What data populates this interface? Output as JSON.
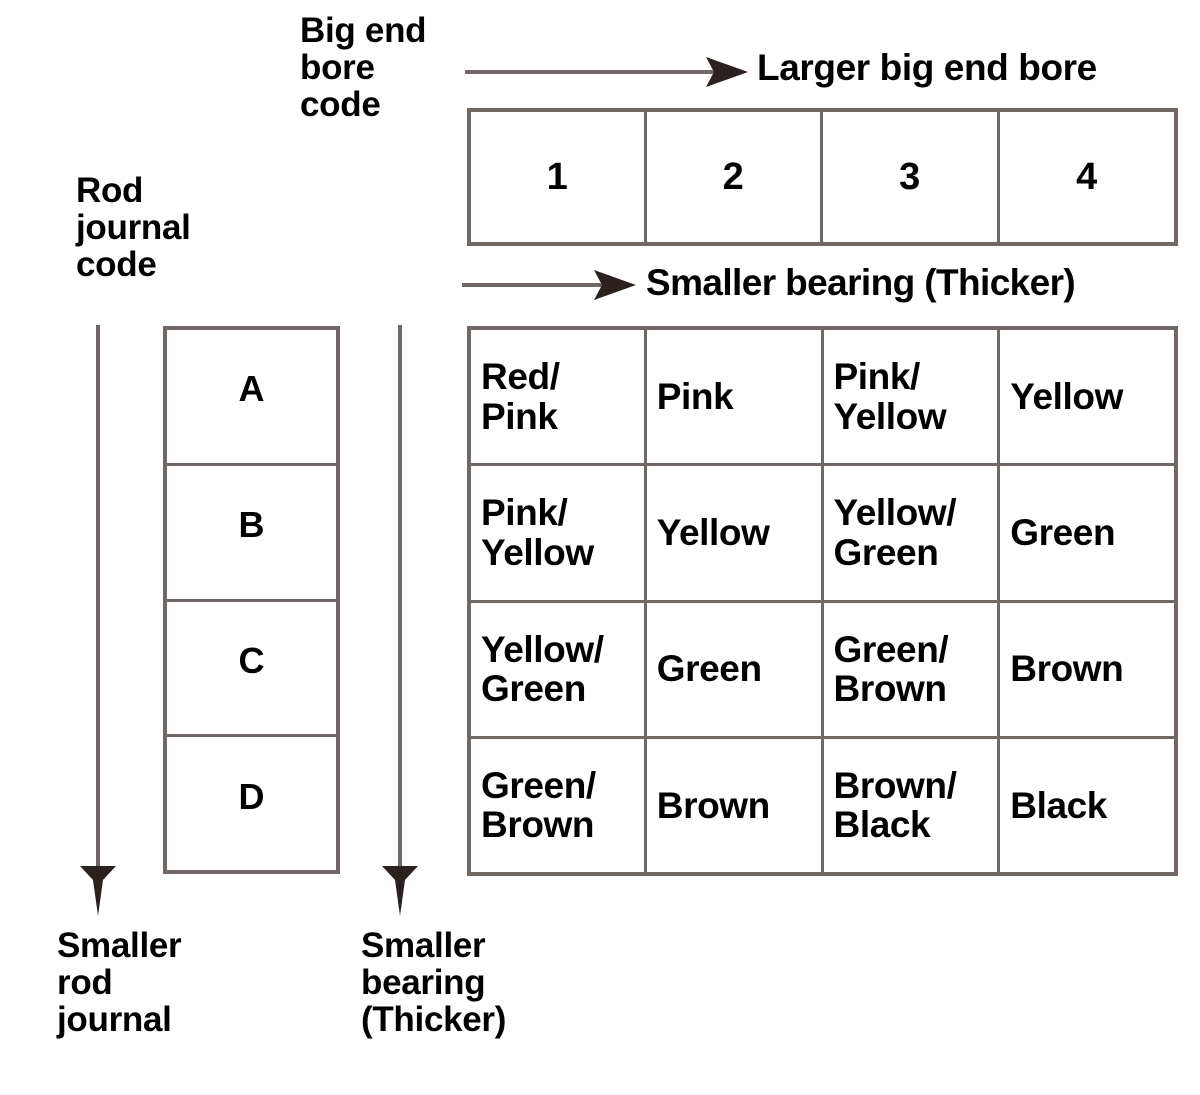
{
  "diagram": {
    "title_labels": {
      "big_end_bore_code": "Big end\nbore\ncode",
      "rod_journal_code": "Rod\njournal\ncode",
      "larger_big_end_bore": "Larger big end bore",
      "smaller_bearing_thicker_top": "Smaller bearing (Thicker)",
      "smaller_rod_journal": "Smaller\nrod\njournal",
      "smaller_bearing_thicker_bottom": "Smaller\nbearing\n(Thicker)"
    },
    "colors": {
      "border": "#6f6865",
      "arrow": "#2b2220",
      "text": "#000000",
      "background": "#ffffff"
    },
    "big_end_bore_codes": [
      "1",
      "2",
      "3",
      "4"
    ],
    "rod_journal_codes": [
      "A",
      "B",
      "C",
      "D"
    ],
    "bearing_color_matrix": {
      "row_header_codes": [
        "A",
        "B",
        "C",
        "D"
      ],
      "column_header_codes": [
        "1",
        "2",
        "3",
        "4"
      ],
      "rows": [
        [
          "Red/\nPink",
          "Pink",
          "Pink/\nYellow",
          "Yellow"
        ],
        [
          "Pink/\nYellow",
          "Yellow",
          "Yellow/\nGreen",
          "Green"
        ],
        [
          "Yellow/\nGreen",
          "Green",
          "Green/\nBrown",
          "Brown"
        ],
        [
          "Green/\nBrown",
          "Brown",
          "Brown/\nBlack",
          "Black"
        ]
      ]
    },
    "icons": {
      "horizontal_arrow_top": "arrow-right-icon",
      "horizontal_arrow_middle": "arrow-right-icon",
      "vertical_arrow_left": "arrow-down-icon",
      "vertical_arrow_middle": "arrow-down-icon"
    }
  }
}
